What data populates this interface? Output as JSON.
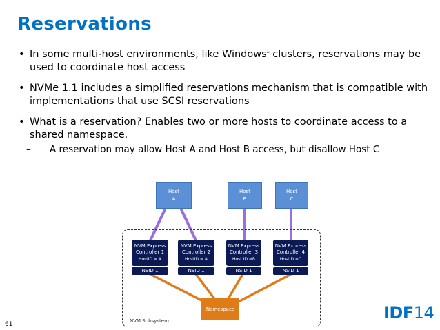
{
  "title": "Reservations",
  "bullets": [
    {
      "pre": "In some multi-host environments, like Windows",
      "sup": "*",
      "post": " clusters, reservations may be used to coordinate host access"
    },
    {
      "text": "NVMe 1.1 includes a simplified reservations mechanism that is compatible with implementations that use SCSI  reservations"
    },
    {
      "text": "What is a reservation?  Enables two or more hosts to coordinate access to a shared namespace."
    }
  ],
  "sub_bullet": "A reservation may allow Host A and Host B access, but disallow Host C",
  "diagram": {
    "hosts": [
      {
        "line1": "Host",
        "line2": "A"
      },
      {
        "line1": "Host",
        "line2": "B"
      },
      {
        "line1": "Host",
        "line2": "C"
      }
    ],
    "controllers": [
      {
        "line1": "NVM Express",
        "line2": "Controller 1",
        "hostid": "HostID = A",
        "nsid": "NSID 1"
      },
      {
        "line1": "NVM Express",
        "line2": "Controller 2",
        "hostid": "HostID = A",
        "nsid": "NSID 1"
      },
      {
        "line1": "NVM Express",
        "line2": "Controller 3",
        "hostid": "Host ID =B",
        "nsid": "NSID 1"
      },
      {
        "line1": "NVM Express",
        "line2": "Controller 4",
        "hostid": "HostID =C",
        "nsid": "NSID 1"
      }
    ],
    "namespace_label": "Namespace",
    "subsystem_label": "NVM Subsystem",
    "colors": {
      "host": "#5b8fd6",
      "controller": "#0b1a55",
      "namespace": "#e07b1a",
      "link": "#9b6ee0",
      "ns_link": "#e07b1a"
    }
  },
  "page_number": "61",
  "logo": {
    "idf": "IDF",
    "year": "14"
  }
}
